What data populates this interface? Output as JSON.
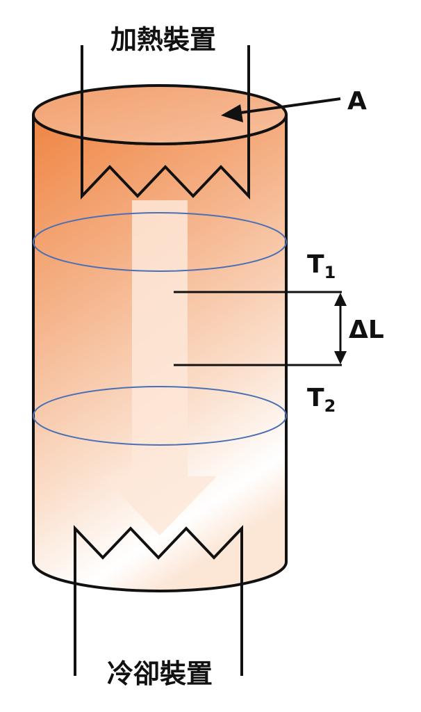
{
  "labels": {
    "heater": "加熱裝置",
    "cooler": "冷卻裝置",
    "area": "A",
    "length": "ΔL",
    "t1_base": "T",
    "t1_sub": "1",
    "t2_base": "T",
    "t2_sub": "2"
  },
  "colors": {
    "hot": "#f08a4b",
    "cold": "#ffffff",
    "stroke": "#111111",
    "isotherm": "#4a6fb5",
    "flow_arrow": "#fde7d8"
  }
}
